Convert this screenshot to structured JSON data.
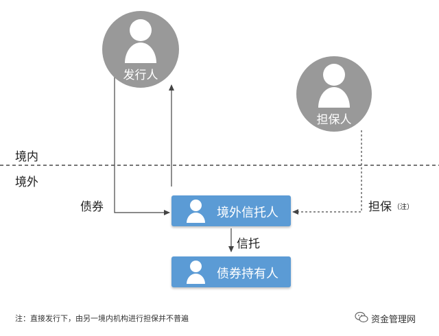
{
  "regions": {
    "domestic": "境内",
    "offshore": "境外"
  },
  "nodes": {
    "issuer": "发行人",
    "guarantor": "担保人",
    "offshore_trustee": "境外信托人",
    "bond_holder": "债券持有人"
  },
  "edges": {
    "bond": "债券",
    "trust": "信托",
    "guarantee": "担保",
    "guarantee_note_mark": "（注）"
  },
  "footnote": "注：直接发行下，由另一境内机构进行担保并不普遍",
  "watermark": "资金管理网",
  "colors": {
    "node_gray": "#999999",
    "box_blue": "#5b9bd5",
    "line": "#444444"
  }
}
